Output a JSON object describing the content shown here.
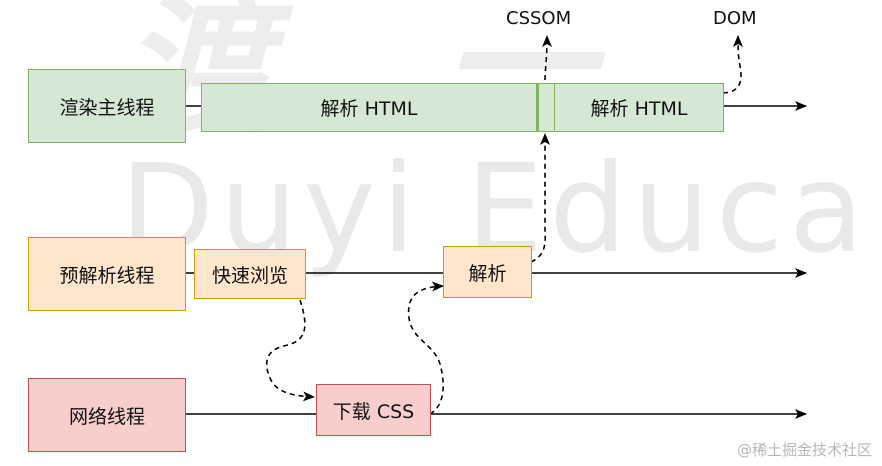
{
  "watermark": {
    "chinese": "渡 一",
    "english": "Duyi Educa"
  },
  "threads": {
    "main": "渲染主线程",
    "preparse": "预解析线程",
    "network": "网络线程"
  },
  "tasks": {
    "parse_html_1": "解析 HTML",
    "parse_html_2": "解析 HTML",
    "quick_scan": "快速浏览",
    "parse": "解析",
    "download_css": "下载 CSS"
  },
  "outputs": {
    "cssom": "CSSOM",
    "dom": "DOM"
  },
  "credit": "@稀土掘金技术社区",
  "colors": {
    "green_fill": "#d5e8d4",
    "green_border": "#82b366",
    "orange_fill": "#ffe6cc",
    "orange_border": "#d79b00",
    "red_fill": "#f8cecc",
    "red_border": "#b85450"
  }
}
